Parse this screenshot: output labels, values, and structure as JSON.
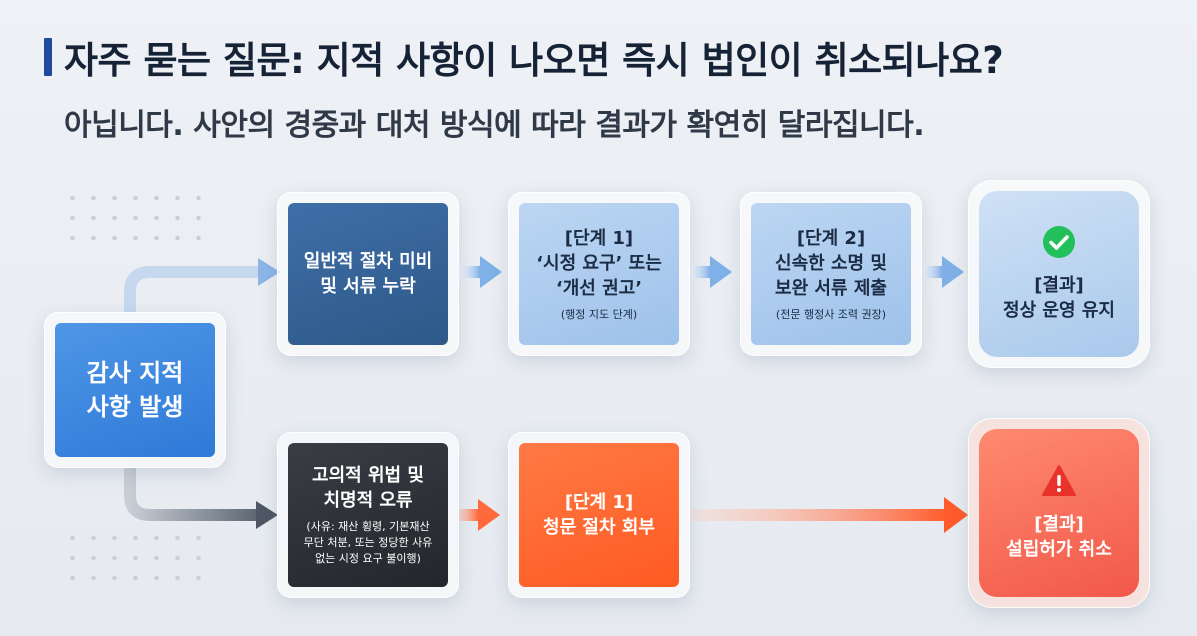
{
  "header": {
    "title": "자주 묻는 질문: 지적 사항이 나오면 즉시 법인이 취소되나요?",
    "subtitle": "아닙니다. 사안의 경중과 대처 방식에 따라 결과가 확연히 달라집니다."
  },
  "diagram": {
    "origin": {
      "label": "감사 지적\n사항 발생"
    },
    "upper_path": {
      "cause": {
        "label": "일반적 절차 미비\n및 서류 누락"
      },
      "step1": {
        "label": "[단계 1]\n‘시정 요구’ 또는\n‘개선 권고’",
        "note": "(행정 지도 단계)"
      },
      "step2": {
        "label": "[단계 2]\n신속한 소명 및\n보완 서류 제출",
        "note": "(전문 행정사 조력 권장)"
      },
      "result": {
        "label": "[결과]\n정상 운영 유지",
        "icon": "check-circle-icon",
        "color": "#22c05a"
      }
    },
    "lower_path": {
      "cause": {
        "label": "고의적 위법 및\n치명적 오류",
        "note": "(사유: 재산 횡령, 기본재산\n무단 처분, 또는 정당한 사유\n없는 시정 요구 불이행)"
      },
      "step1": {
        "label": "[단계 1]\n청문 절차 회부"
      },
      "result": {
        "label": "[결과]\n설립허가 취소",
        "icon": "warning-triangle-icon",
        "color": "#e8322a"
      }
    }
  },
  "colors": {
    "accent": "#1f4aa0",
    "connector_upper": "#7fb0e8",
    "connector_origin": "#9aa3b0",
    "connector_lower": "#ff7a55"
  }
}
